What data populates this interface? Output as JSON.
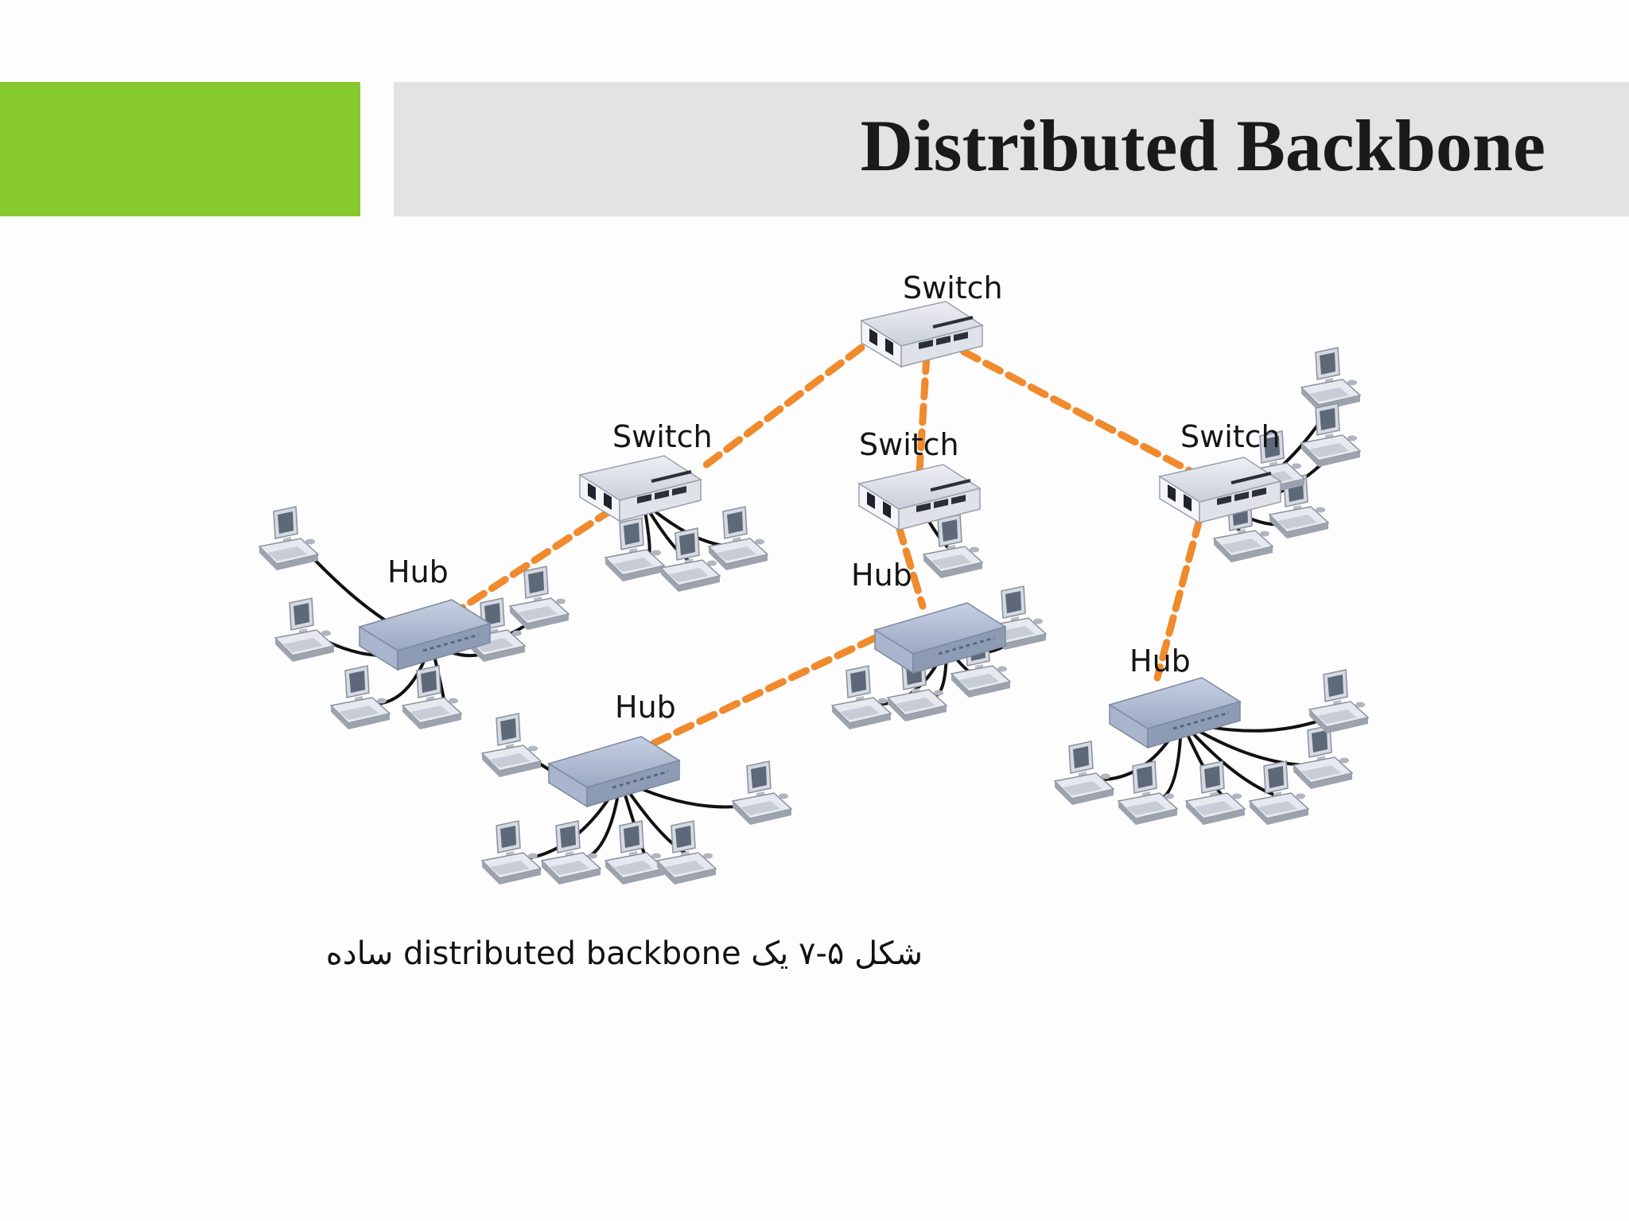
{
  "slide": {
    "title": "Distributed Backbone",
    "caption": "شکل ۵-۷ یک distributed backbone ساده",
    "colors": {
      "accent": "#86c92d",
      "title_bar": "#e3e3e3",
      "backbone_link": "#f08a2c"
    }
  },
  "diagram": {
    "labels": {
      "switch_top": "Switch",
      "switch_left": "Switch",
      "switch_mid": "Switch",
      "switch_right": "Switch",
      "hub_left": "Hub",
      "hub_mid": "Hub",
      "hub_bottom": "Hub",
      "hub_right": "Hub"
    },
    "icons": {
      "switch": "network-switch-icon",
      "hub": "network-hub-icon",
      "computer": "desktop-computer-icon"
    }
  }
}
